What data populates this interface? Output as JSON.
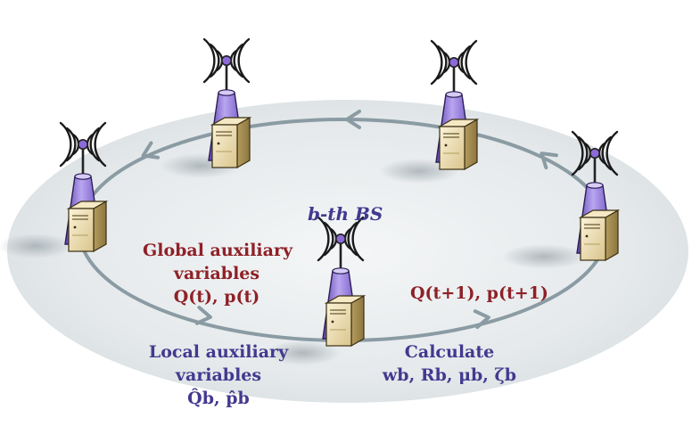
{
  "bs_title": "b-th BS",
  "global_label": {
    "line1": "Global auxiliary",
    "line2": "variables",
    "line3": "Q(t), p(t)"
  },
  "update_label": "Q(t+1), p(t+1)",
  "local_label": {
    "line1": "Local auxiliary",
    "line2": "variables",
    "line3": "Q̂b, p̂b"
  },
  "calc_label": {
    "line1": "Calculate",
    "line2": "wb, Rb, μb, ζb"
  },
  "colors": {
    "ellipse": "#e3e7e9",
    "ring": "#8a9ba3",
    "tower": "#9478d8",
    "server": "#e6d6a8",
    "blue_text": "#43398f",
    "red_text": "#8e2127"
  }
}
